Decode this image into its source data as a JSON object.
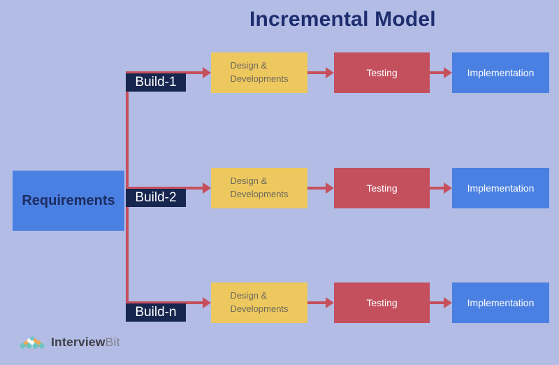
{
  "title": "Incremental Model",
  "requirements": {
    "label": "Requirements"
  },
  "rows": [
    {
      "build_label": "Build-1",
      "design_label": "Design &\nDevelopments",
      "testing_label": "Testing",
      "implementation_label": "Implementation"
    },
    {
      "build_label": "Build-2",
      "design_label": "Design &\nDevelopments",
      "testing_label": "Testing",
      "implementation_label": "Implementation"
    },
    {
      "build_label": "Build-n",
      "design_label": "Design &\nDevelopments",
      "testing_label": "Testing",
      "implementation_label": "Implementation"
    }
  ],
  "logo": {
    "brand_bold": "Interview",
    "brand_light": "Bit"
  },
  "colors": {
    "background": "#b2bce5",
    "box_blue": "#4a80e1",
    "box_yellow": "#edc85e",
    "box_red": "#c4505e",
    "box_navy": "#16264f",
    "arrow_red": "#c64f5c",
    "title_text": "#1d2d6e",
    "requirements_text": "#1c2b60",
    "design_text": "#6f6a5f",
    "logo_teal": "#6cc5c1",
    "logo_orange": "#f0a953",
    "logo_text_dark": "#3f3f47",
    "logo_text_light": "#83838b"
  }
}
